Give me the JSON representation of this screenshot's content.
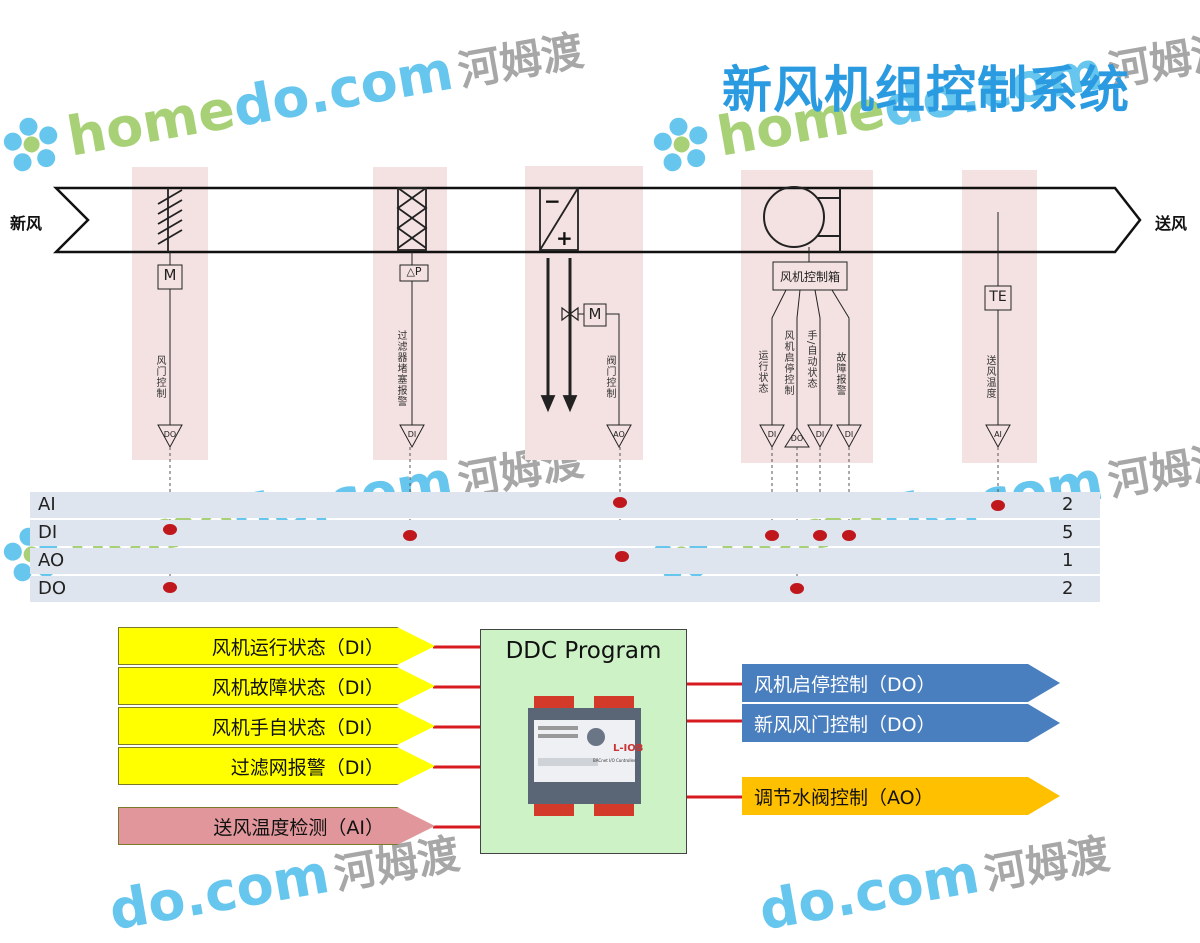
{
  "title": "新风机组控制系统",
  "watermark": {
    "part1": "home",
    "part2": "do",
    "part3": ".com",
    "part4": "河姆渡"
  },
  "duct": {
    "inlet_label": "新风",
    "outlet_label": "送风"
  },
  "devices": {
    "damper": {
      "actuator": "M",
      "label": "风门控制",
      "io": "DO"
    },
    "filter": {
      "sensor": "△P",
      "label": "过滤器堵塞报警",
      "io": "DI"
    },
    "coil": {
      "minus": "−",
      "plus": "+",
      "actuator": "M",
      "label": "阀门控制",
      "io": "AO"
    },
    "fan": {
      "box": "风机控制箱",
      "labels": [
        "运行状态",
        "风机启停控制",
        "手/自动状态",
        "故障报警"
      ],
      "io": [
        "DI",
        "DO",
        "DI",
        "DI"
      ]
    },
    "temp": {
      "sensor": "TE",
      "label": "送风温度",
      "io": "AI"
    }
  },
  "io_table": [
    {
      "type": "AI",
      "count": "2"
    },
    {
      "type": "DI",
      "count": "5"
    },
    {
      "type": "AO",
      "count": "1"
    },
    {
      "type": "DO",
      "count": "2"
    }
  ],
  "ddc": {
    "title": "DDC Program",
    "device_brand": "L-IOB",
    "device_sub": "BACnet I/O Controller"
  },
  "inputs": [
    {
      "label": "风机运行状态（DI）",
      "color": "#ffff00"
    },
    {
      "label": "风机故障状态（DI）",
      "color": "#ffff00"
    },
    {
      "label": "风机手自状态（DI）",
      "color": "#ffff00"
    },
    {
      "label": "过滤网报警（DI）",
      "color": "#ffff00"
    },
    {
      "label": "送风温度检测（AI）",
      "color": "#e0969a"
    }
  ],
  "outputs": [
    {
      "label": "风机启停控制（DO）",
      "color": "#4a7fbf"
    },
    {
      "label": "新风风门控制（DO）",
      "color": "#4a7fbf"
    },
    {
      "label": "调节水阀控制（AO）",
      "color": "#ffc000"
    }
  ],
  "colors": {
    "highlight": "#f4e1e1",
    "dot": "#c0171d",
    "connector": "#d71920",
    "title": "#2a9be0"
  }
}
